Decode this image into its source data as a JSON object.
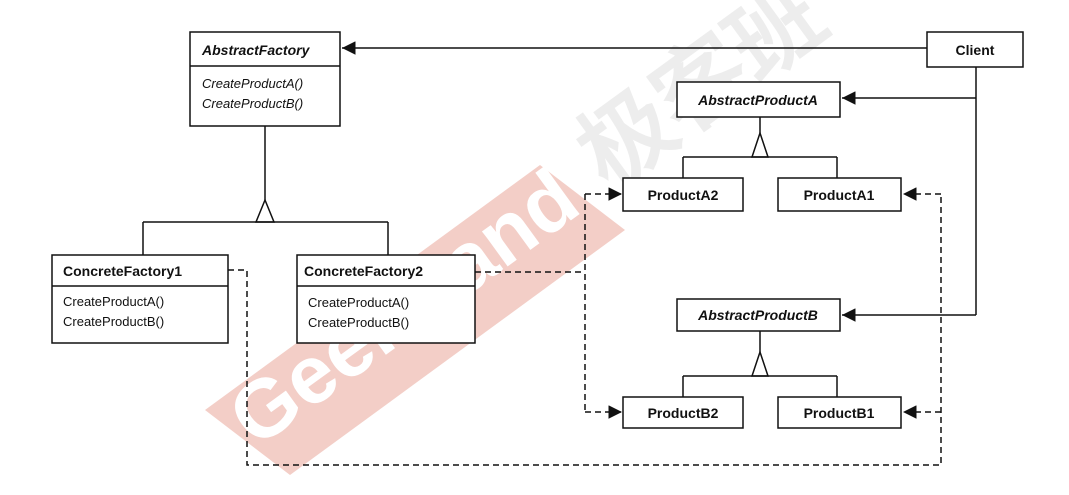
{
  "colors": {
    "line": "#111111",
    "box_fill": "#ffffff",
    "watermark_band": "#f1c6bd",
    "watermark_text": "#ffffff",
    "watermark_cjk": "#ececec"
  },
  "watermark": {
    "brand": "GeekBand",
    "cjk": "极客班"
  },
  "classes": {
    "abstract_factory": {
      "name": "AbstractFactory",
      "ops": [
        "CreateProductA()",
        "CreateProductB()"
      ]
    },
    "concrete_factory_1": {
      "name": "ConcreteFactory1",
      "ops": [
        "CreateProductA()",
        "CreateProductB()"
      ]
    },
    "concrete_factory_2": {
      "name": "ConcreteFactory2",
      "ops": [
        "CreateProductA()",
        "CreateProductB()"
      ]
    },
    "client": {
      "name": "Client"
    },
    "abstract_product_a": {
      "name": "AbstractProductA"
    },
    "product_a2": {
      "name": "ProductA2"
    },
    "product_a1": {
      "name": "ProductA1"
    },
    "abstract_product_b": {
      "name": "AbstractProductB"
    },
    "product_b2": {
      "name": "ProductB2"
    },
    "product_b1": {
      "name": "ProductB1"
    }
  }
}
